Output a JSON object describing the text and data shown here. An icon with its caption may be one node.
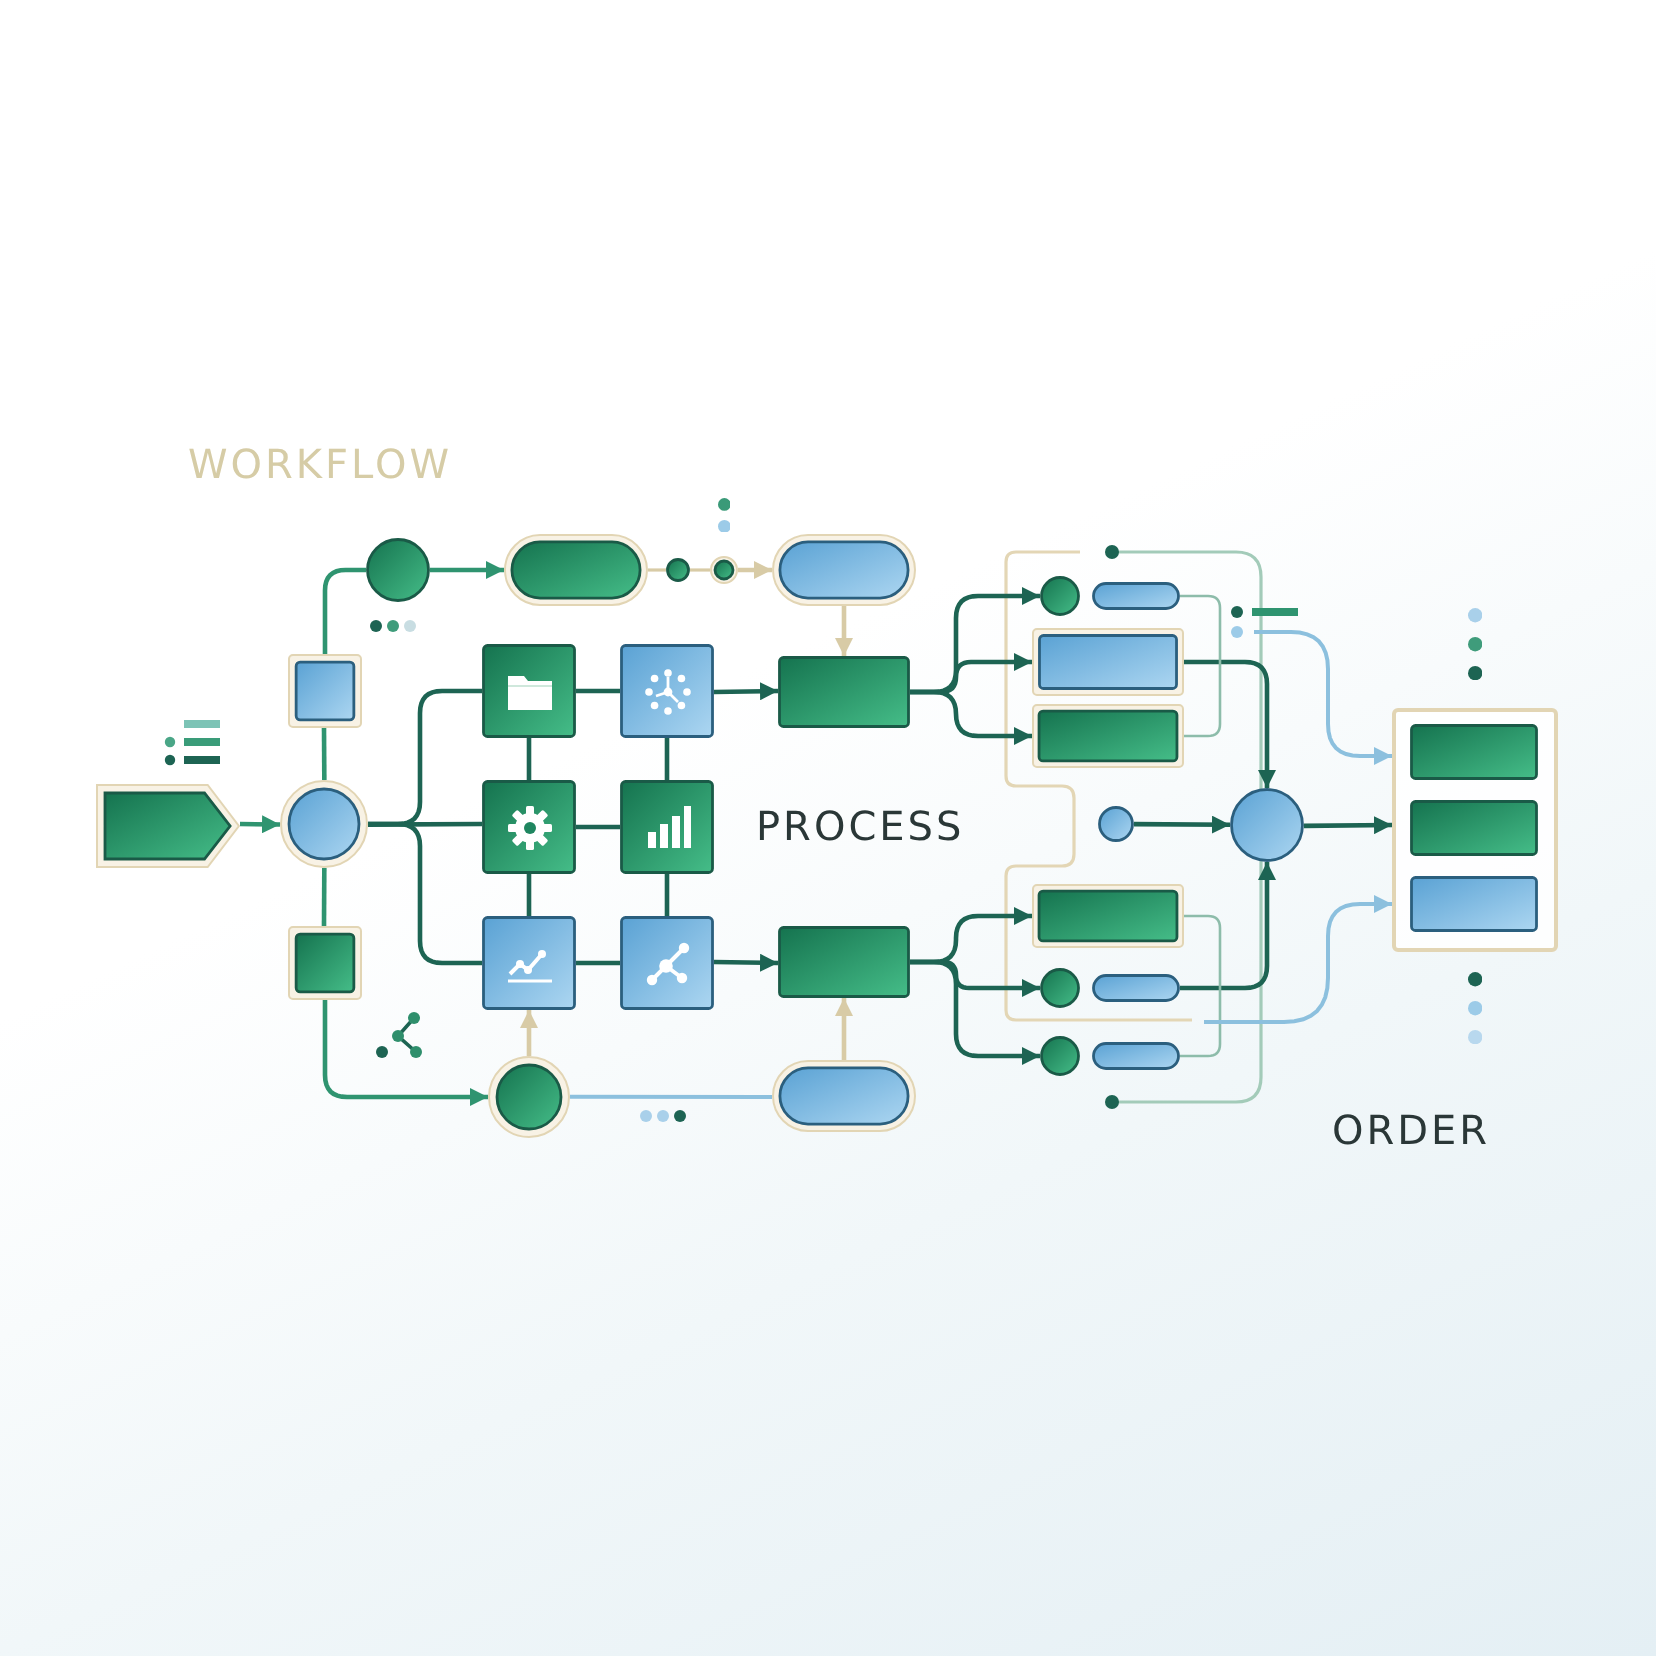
{
  "diagram": {
    "nodes": [
      {
        "text": [],
        "shape": "pentagon"
      },
      {
        "text": [],
        "shape": "circle"
      },
      {
        "text": [],
        "shape": "box"
      },
      {
        "text": [],
        "shape": "box"
      },
      {
        "text": [],
        "shape": "circle"
      },
      {
        "text": [],
        "shape": "pill"
      },
      {
        "text": [],
        "shape": "circle"
      },
      {
        "text": [],
        "shape": "circle"
      },
      {
        "text": [],
        "shape": "pill"
      },
      {
        "text": [],
        "shape": "box"
      },
      {
        "text": [],
        "shape": "box"
      },
      {
        "text": [],
        "shape": "box"
      },
      {
        "text": [],
        "shape": "box"
      },
      {
        "text": [],
        "shape": "box"
      },
      {
        "text": [],
        "shape": "box"
      },
      {
        "text": [],
        "shape": "box"
      },
      {
        "text": [],
        "shape": "box"
      },
      {
        "text": [],
        "shape": "circle"
      },
      {
        "text": [],
        "shape": "pill"
      },
      {
        "text": [],
        "shape": "circle"
      },
      {
        "text": [],
        "shape": "pill"
      },
      {
        "text": [],
        "shape": "box"
      },
      {
        "text": [],
        "shape": "box"
      },
      {
        "text": [],
        "shape": "circle"
      },
      {
        "text": [],
        "shape": "circle"
      },
      {
        "text": [],
        "shape": "box"
      },
      {
        "text": [],
        "shape": "circle"
      },
      {
        "text": [],
        "shape": "pill"
      },
      {
        "text": [],
        "shape": "circle"
      },
      {
        "text": [],
        "shape": "pill"
      },
      {
        "text": [],
        "shape": "box"
      },
      {
        "text": [],
        "shape": "box",
        "in": 30
      },
      {
        "text": [],
        "shape": "box",
        "in": 30
      },
      {
        "text": [],
        "shape": "box",
        "in": 30
      }
    ],
    "edges": [
      {
        "from": 0,
        "to": 1,
        "arrow": "to",
        "color": "#2f9470"
      },
      {
        "from": 1,
        "to": 2,
        "arrow": "none",
        "color": "#2f9470"
      },
      {
        "from": 2,
        "to": 4,
        "arrow": "none",
        "color": "#2f9470"
      },
      {
        "from": 4,
        "to": 5,
        "arrow": "to",
        "color": "#2f9470"
      },
      {
        "from": 5,
        "to": 6,
        "arrow": "none",
        "color": "#d8cba6"
      },
      {
        "from": 6,
        "to": 7,
        "arrow": "none",
        "color": "#d8cba6"
      },
      {
        "from": 7,
        "to": 8,
        "arrow": "to",
        "color": "#d8cba6"
      },
      {
        "from": 8,
        "to": 15,
        "arrow": "to",
        "color": "#d8cba6"
      },
      {
        "from": 1,
        "to": 3,
        "arrow": "none",
        "color": "#2f9470"
      },
      {
        "from": 3,
        "to": 17,
        "arrow": "to",
        "color": "#2f9470"
      },
      {
        "from": 17,
        "to": 13,
        "arrow": "to",
        "color": "#d8cba6"
      },
      {
        "from": 17,
        "to": 18,
        "arrow": "none",
        "color": "#8cc0de"
      },
      {
        "from": 18,
        "to": 16,
        "arrow": "to",
        "color": "#d8cba6"
      },
      {
        "from": 1,
        "to": 9,
        "arrow": "none"
      },
      {
        "from": 1,
        "to": 11,
        "arrow": "none"
      },
      {
        "from": 1,
        "to": 13,
        "arrow": "none"
      },
      {
        "from": 9,
        "to": 10,
        "arrow": "none"
      },
      {
        "from": 9,
        "to": 11,
        "arrow": "none"
      },
      {
        "from": 10,
        "to": 12,
        "arrow": "none"
      },
      {
        "from": 11,
        "to": 12,
        "arrow": "none"
      },
      {
        "from": 11,
        "to": 13,
        "arrow": "none"
      },
      {
        "from": 12,
        "to": 14,
        "arrow": "none"
      },
      {
        "from": 13,
        "to": 14,
        "arrow": "none"
      },
      {
        "from": 10,
        "to": 15,
        "arrow": "to"
      },
      {
        "from": 14,
        "to": 16,
        "arrow": "to"
      },
      {
        "from": 15,
        "to": 19,
        "arrow": "to"
      },
      {
        "from": 15,
        "to": 21,
        "arrow": "to"
      },
      {
        "from": 15,
        "to": 22,
        "arrow": "to"
      },
      {
        "from": 16,
        "to": 25,
        "arrow": "to"
      },
      {
        "from": 16,
        "to": 26,
        "arrow": "to"
      },
      {
        "from": 16,
        "to": 28,
        "arrow": "to"
      },
      {
        "from": 21,
        "to": 24,
        "arrow": "to"
      },
      {
        "from": 23,
        "to": 24,
        "arrow": "to"
      },
      {
        "from": 27,
        "to": 24,
        "arrow": "to"
      },
      {
        "from": 24,
        "to": 30,
        "arrow": "to"
      },
      {
        "from": 20,
        "to": 22,
        "arrow": "none",
        "color": "#8dbcaa"
      },
      {
        "from": 25,
        "to": 29,
        "arrow": "none",
        "color": "#8dbcaa"
      },
      {
        "from": null,
        "to": 30,
        "arrow": "to",
        "color": "#8cc0de"
      },
      {
        "from": null,
        "to": 30,
        "arrow": "to",
        "color": "#8cc0de"
      }
    ],
    "labels": [
      "WORKFLOW",
      "PROCESS",
      "ORDER"
    ]
  }
}
